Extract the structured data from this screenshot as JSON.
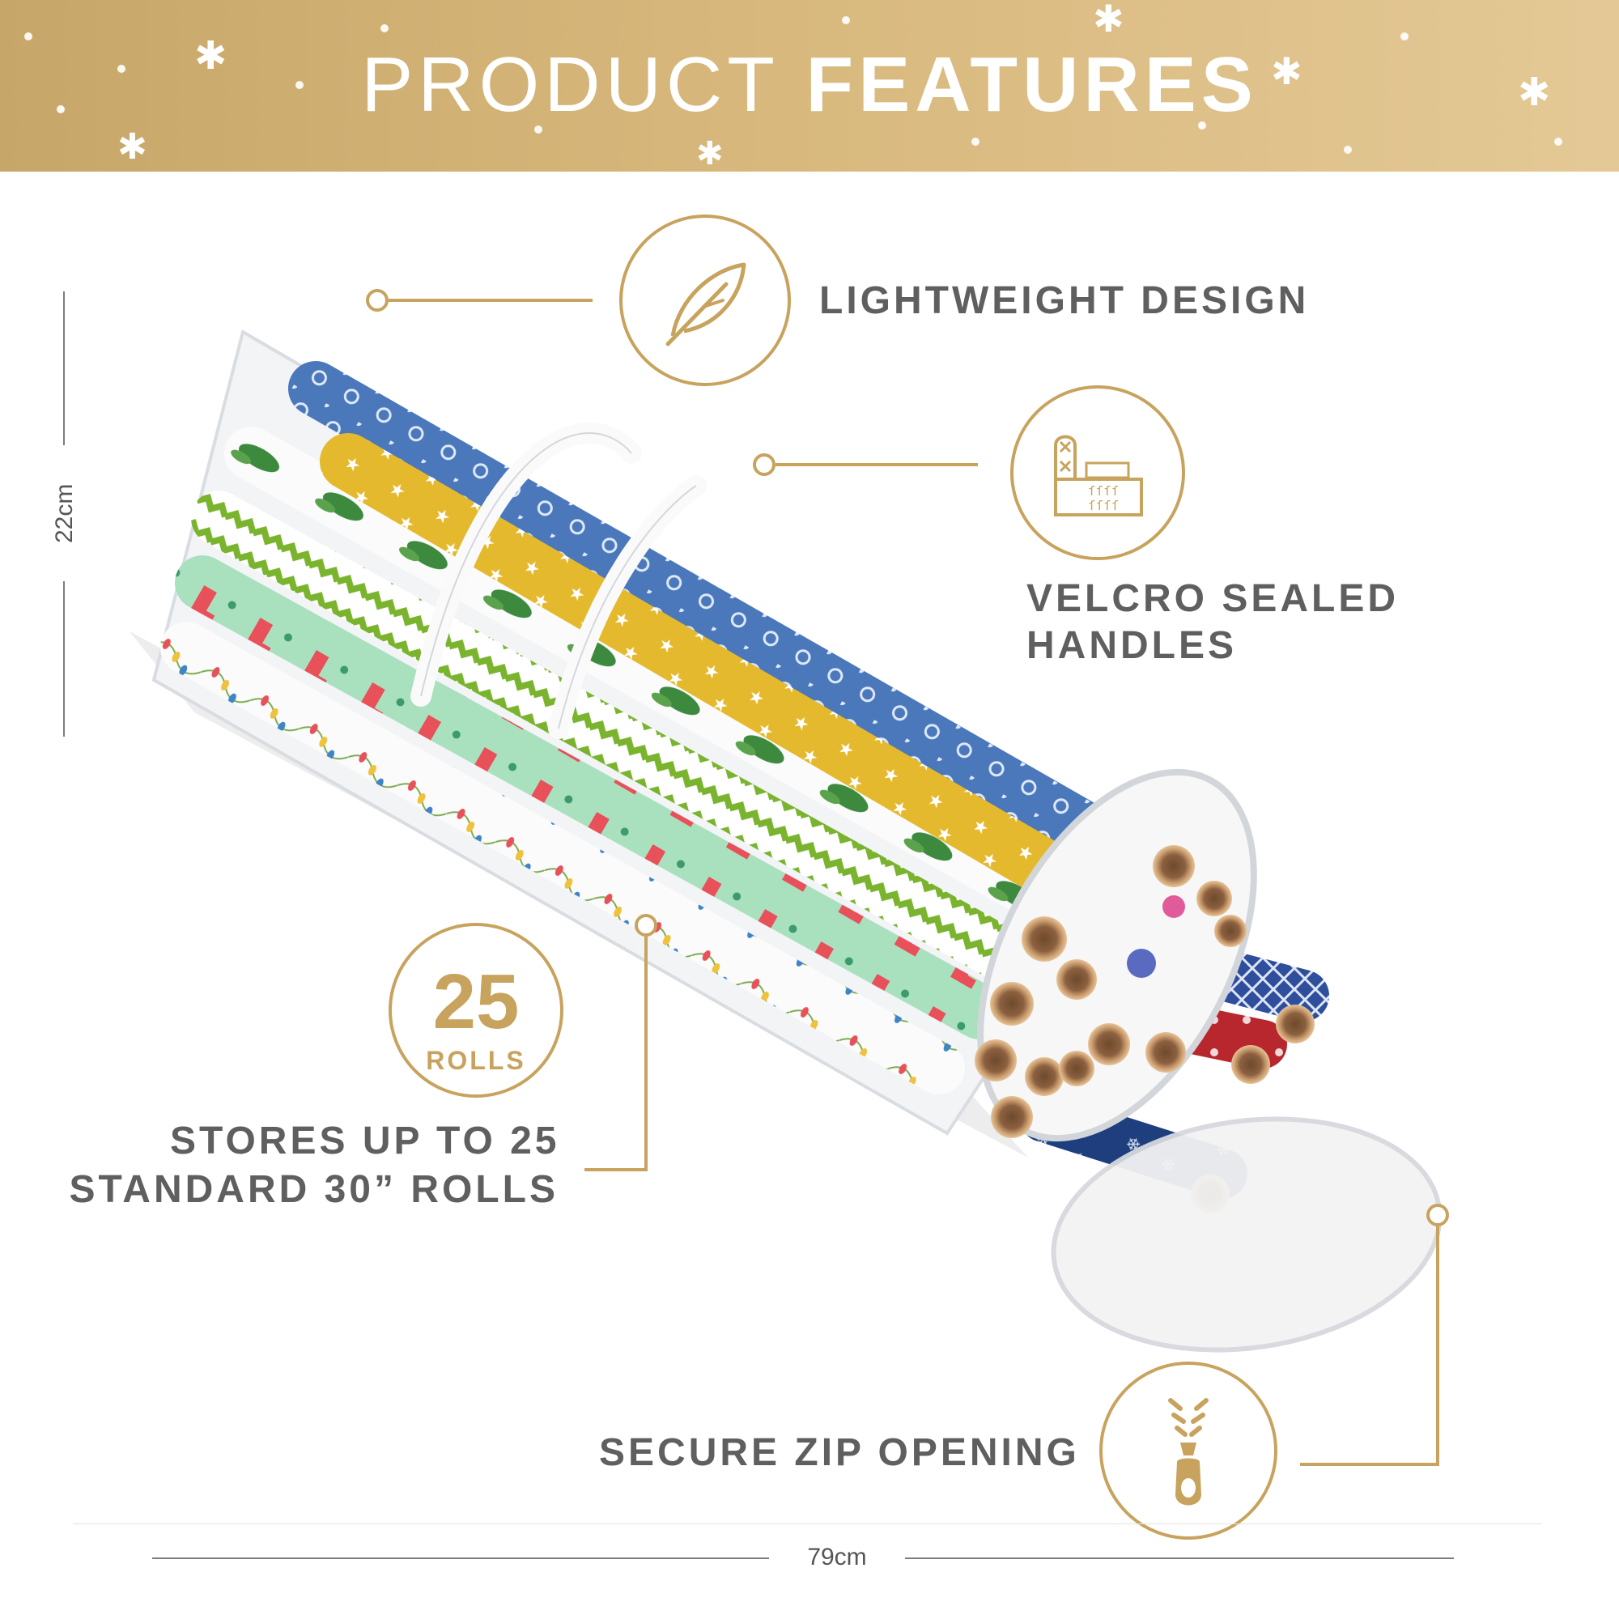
{
  "header": {
    "title_light": "PRODUCT",
    "title_bold": "FEATURES"
  },
  "features": {
    "lightweight": {
      "label": "LIGHTWEIGHT DESIGN",
      "icon": "feather-icon"
    },
    "velcro": {
      "label_line1": "VELCRO SEALED",
      "label_line2": "HANDLES",
      "icon": "velcro-icon"
    },
    "capacity": {
      "badge_number": "25",
      "badge_unit": "ROLLS",
      "label_line1": "STORES UP TO 25",
      "label_line2": "STANDARD 30” ROLLS"
    },
    "zip": {
      "label": "SECURE ZIP OPENING",
      "icon": "zipper-icon"
    }
  },
  "dimensions": {
    "height": "22cm",
    "width": "79cm"
  },
  "colors": {
    "gold": "#c8a35e",
    "header_gold": "#d7b77b",
    "text_gray": "#5f5f5f"
  }
}
